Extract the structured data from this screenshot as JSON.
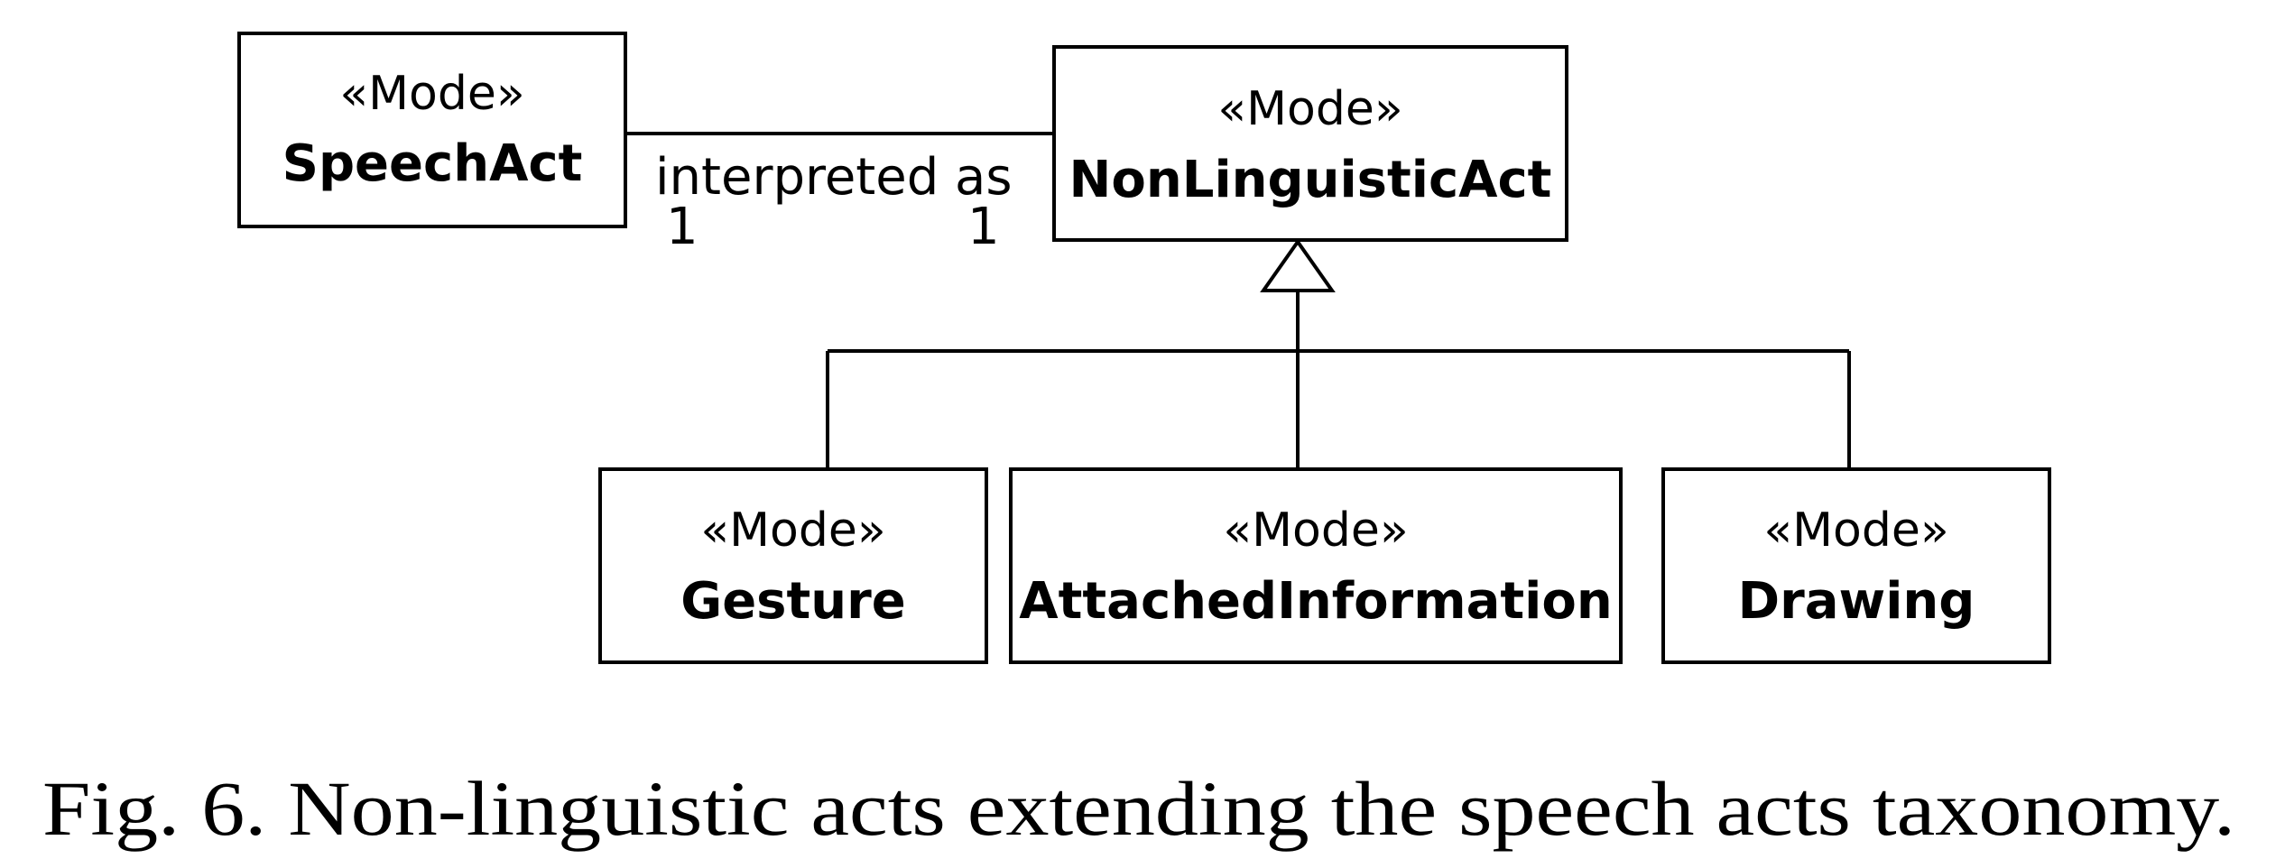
{
  "classes": {
    "speech_act": {
      "stereotype": "«Mode»",
      "name": "SpeechAct"
    },
    "non_linguistic_act": {
      "stereotype": "«Mode»",
      "name": "NonLinguisticAct"
    },
    "gesture": {
      "stereotype": "«Mode»",
      "name": "Gesture"
    },
    "attached_information": {
      "stereotype": "«Mode»",
      "name": "AttachedInformation"
    },
    "drawing": {
      "stereotype": "«Mode»",
      "name": "Drawing"
    }
  },
  "association": {
    "label": "interpreted as",
    "source_multiplicity": "1",
    "target_multiplicity": "1"
  },
  "caption": "Fig. 6. Non-linguistic acts extending the speech acts taxonomy."
}
